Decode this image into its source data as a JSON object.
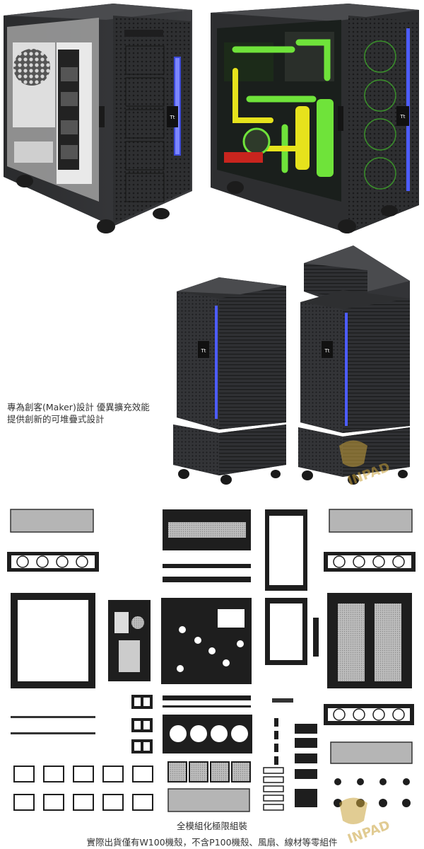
{
  "stack_caption": {
    "line1": "專為創客(Maker)設計 優異擴充效能",
    "line2": "提供創新的可堆疊式設計"
  },
  "parts_caption": {
    "line1": "全模組化極限組裝",
    "line2": "實際出貨僅有W100機殼，不含P100機殼、風扇、線材等零組件"
  },
  "brand_badge": "Tt",
  "watermark": "INPAD",
  "colors": {
    "case_dark": "#2b2c2e",
    "case_mid": "#3a3b3e",
    "blue_led": "#4c5cff",
    "coolant_green": "#6fe33a",
    "coolant_yellow": "#e6e21c",
    "watermark_gold": "#c9a23a"
  }
}
